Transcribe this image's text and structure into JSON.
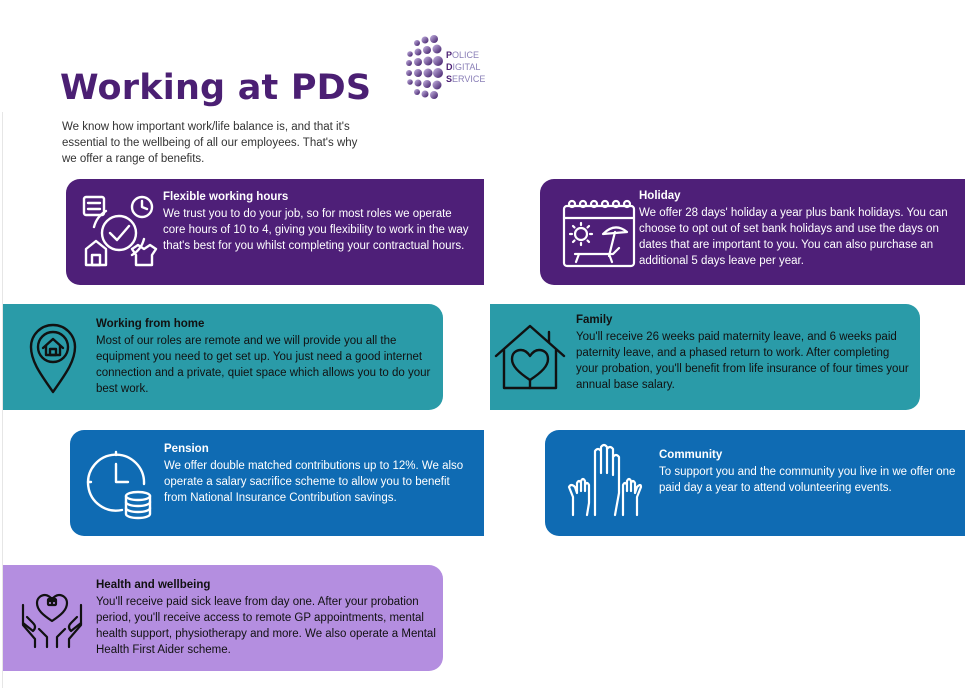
{
  "page": {
    "title": "Working at PDS",
    "intro": "We know how important work/life balance is, and that it's essential to the wellbeing of all our employees. That's why we offer a range of benefits."
  },
  "logo": {
    "line1_initial": "P",
    "line1_rest": "OLICE",
    "line2_initial": "D",
    "line2_rest": "IGITAL",
    "line3_initial": "S",
    "line3_rest": "ERVICE"
  },
  "colors": {
    "title": "#4b1f73",
    "purple": "#4e1f78",
    "teal": "#2a9ba8",
    "blue": "#0f6bb3",
    "lilac": "#b48ee0"
  },
  "benefits": [
    {
      "title": "Flexible working hours",
      "body": "We trust you to do your job, so for most roles we operate core hours of 10 to 4, giving you flexibility to work in the way that's best for you whilst completing your contractual hours.",
      "icon": "flexible-hours-icon"
    },
    {
      "title": "Holiday",
      "body": "We offer 28 days' holiday a year plus bank holidays. You can choose to opt out of set bank holidays and use the days on dates that are important to you. You can also purchase an additional 5 days leave per year.",
      "icon": "holiday-calendar-icon"
    },
    {
      "title": "Working from home",
      "body": "Most of our roles are remote and we will provide you all the equipment you need to get set up. You just need a good internet connection and a private, quiet space which allows you to do your best work.",
      "icon": "home-location-pin-icon"
    },
    {
      "title": "Family",
      "body": "You'll receive 26 weeks paid maternity leave, and 6 weeks paid paternity leave, and a phased return to work. After completing your probation, you'll benefit from life insurance of four times your annual base salary.",
      "icon": "house-heart-icon"
    },
    {
      "title": "Pension",
      "body": "We offer double matched contributions up to 12%. We also operate a salary sacrifice scheme to allow you to benefit from National Insurance Contribution savings.",
      "icon": "clock-coins-icon"
    },
    {
      "title": "Community",
      "body": "To support you and the community you live in we offer one paid day a year to attend volunteering events.",
      "icon": "raised-hands-icon"
    },
    {
      "title": "Health and wellbeing",
      "body": "You'll receive paid sick leave from day one. After your probation period, you'll receive access to remote GP appointments, mental health support, physiotherapy and more. We also operate a Mental Health First Aider scheme.",
      "icon": "hands-heart-cross-icon"
    }
  ]
}
